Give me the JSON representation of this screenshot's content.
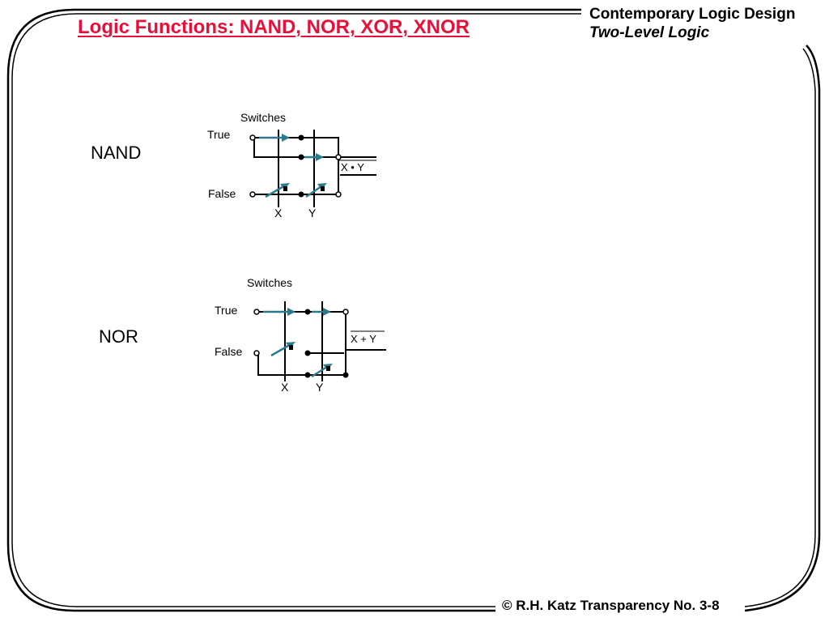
{
  "slide": {
    "title": "Logic Functions: NAND, NOR, XOR, XNOR",
    "header_line1": "Contemporary Logic Design",
    "header_line2": "Two-Level Logic",
    "footer": "© R.H. Katz   Transparency  No. 3-8"
  },
  "nand": {
    "gate_label": "NAND",
    "switches_label": "Switches",
    "true_label": "True",
    "false_label": "False",
    "x_label": "X",
    "y_label": "Y",
    "output_label": "X • Y"
  },
  "nor": {
    "gate_label": "NOR",
    "switches_label": "Switches",
    "true_label": "True",
    "false_label": "False",
    "x_label": "X",
    "y_label": "Y",
    "output_label": "X + Y"
  },
  "colors": {
    "title": "#e8103a",
    "switch_arm": "#2a7a8c"
  }
}
